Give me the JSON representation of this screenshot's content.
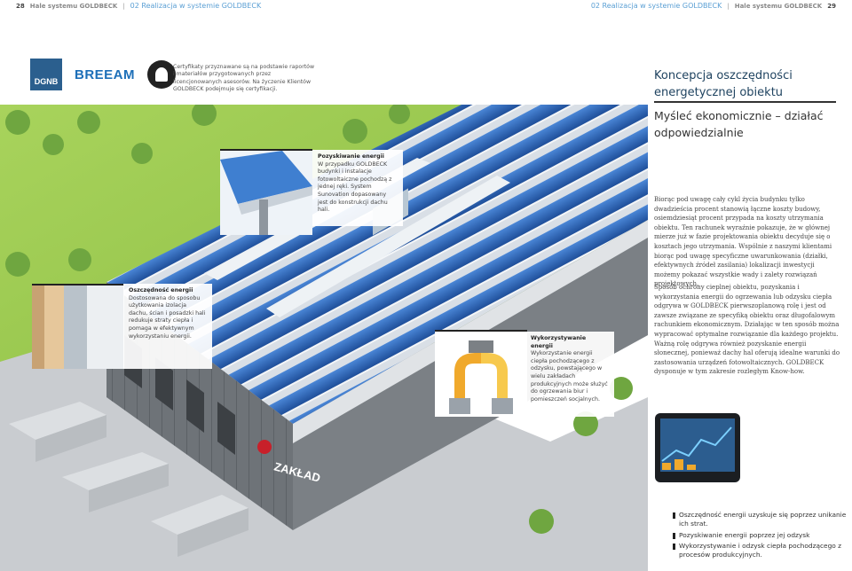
{
  "header": {
    "left_page": "28",
    "left_chapter": "Hale systemu GOLDBECK",
    "left_section": "02 Realizacja w systemie GOLDBECK",
    "right_section": "02 Realizacja w systemie GOLDBECK",
    "right_chapter": "Hale systemu GOLDBECK",
    "right_page": "29"
  },
  "logos": {
    "dgnb": "DGNB",
    "breeam": "BREEAM"
  },
  "cert_text": "Certyfikaty przyznawane są na podstawie raportów i materiałów przygotowanych przez licencjonowanych asesorów. Na życzenie Klientów GOLDBECK podejmuje się certyfikacji.",
  "kicker": "Koncepcja oszczędności energetycznej obiektu",
  "subheading": "Myśleć ekonomicznie – działać odpowiedzialnie",
  "body1": "Biorąc pod uwagę cały cykl życia budynku tylko dwadzieścia procent stanowią łączne koszty budowy, osiemdziesiąt procent przypada na koszty utrzymania obiektu. Ten rachunek wyraźnie pokazuje, że w głównej mierze już w fazie projektowania obiektu decyduje się o kosztach jego utrzymania. Wspólnie z naszymi klientami biorąc pod uwagę specyficzne uwarunkowania (działki, efektywnych źródeł zasilania) lokalizacji inwestycji możemy pokazać wszystkie wady i zalety rozwiązań projektowych.",
  "body2": "Sposób ochrony cieplnej obiektu, pozyskania i wykorzystania energii do ogrzewania lub odzysku ciepła odgrywa w GOLDBECK pierwszoplanową rolę i jest od zawsze związane ze specyfiką obiektu oraz długofalowym rachunkiem ekonomicznym. Działając w ten sposób można wypracować optymalne rozwiązanie dla każdego projektu. Ważną rolę odgrywa również pozyskanie energii słonecznej, ponieważ dachy hal oferują idealne warunki do zastosowania urządzeń fotowoltaicznych. GOLDBECK dysponuje w tym zakresie rozległym Know-how.",
  "callouts": {
    "energy_gain": {
      "title": "Pozyskiwanie energii",
      "text": "W przypadku GOLDBECK budynki i instalacje fotowoltaiczne pochodzą z jednej ręki. System Sunovation dopasowany jest do konstrukcji dachu hali."
    },
    "energy_saving": {
      "title": "Oszczędność energii",
      "text": "Dostosowana do sposobu użytkowania izolacja dachu, ścian i posadzki hali redukuje straty ciepła i pomaga w efektywnym wykorzystaniu energii."
    },
    "energy_use": {
      "title": "Wykorzystywanie energii",
      "text": "Wykorzystanie energii ciepła pochodzącego z odzysku, powstającego w wielu zakładach produkcyjnych może służyć do ogrzewania biur i pomieszczeń socjalnych."
    }
  },
  "building_sign": "ZAKŁAD",
  "bullets": [
    "Oszczędność energii uzyskuje się poprzez unikanie ich strat.",
    "Pozyskiwanie energii poprzez jej odzysk",
    "Wykorzystywanie i odzysk ciepła pochodzącego z procesów produkcyjnych."
  ],
  "colors": {
    "accent_blue": "#5a9fd4",
    "dark_navy": "#1f4360",
    "grass": "#8fc24a",
    "solar": "#2f66b8",
    "sign_red": "#c8202a"
  }
}
